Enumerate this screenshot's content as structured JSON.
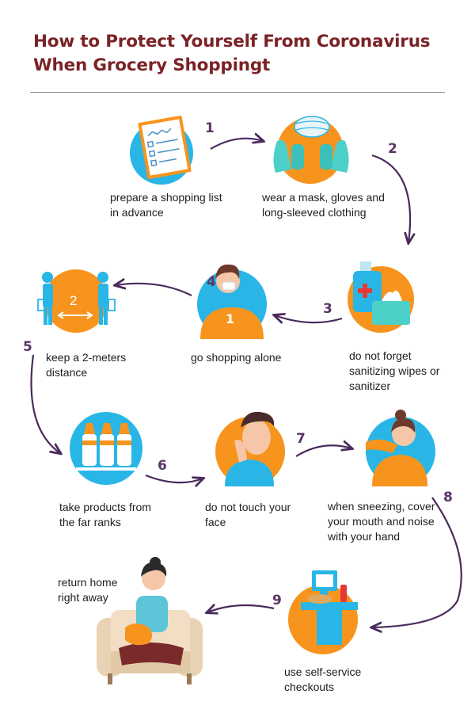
{
  "title_line1": "How to Protect Yourself From Coronavirus",
  "title_line2": "When Grocery Shoppingt",
  "steps": [
    {
      "number": "1",
      "text": "prepare a shopping list\nin advance",
      "icon": "checklist-icon"
    },
    {
      "number": "2",
      "text": "wear a mask, gloves and\nlong-sleeved clothing",
      "icon": "mask-gloves-icon"
    },
    {
      "number": "3",
      "text": "do not forget\nsanitizing wipes or\nsanitizer",
      "icon": "sanitizer-icon"
    },
    {
      "number": "4",
      "text": "go shopping alone",
      "icon": "masked-person-icon"
    },
    {
      "number": "5",
      "text": "keep a 2-meters\ndistance",
      "icon": "distance-icon"
    },
    {
      "number": "6",
      "text": "take products from\nthe far ranks",
      "icon": "milk-bottles-icon"
    },
    {
      "number": "7",
      "text": "do not touch your\nface",
      "icon": "face-touch-icon"
    },
    {
      "number": "8",
      "text": "when sneezing, cover\nyour mouth and noise\nwith your hand",
      "icon": "sneeze-icon"
    },
    {
      "number": "9",
      "text": "use self-service\ncheckouts",
      "icon": "self-checkout-icon"
    },
    {
      "number": "",
      "text": "return home\nright away",
      "icon": "home-sofa-icon"
    }
  ],
  "colors": {
    "title": "#7a2326",
    "step_number": "#5a3566",
    "arrow": "#4a2a5c",
    "circle_blue": "#29b6e6",
    "circle_orange": "#f7941d"
  },
  "distance_label": "2",
  "person_shirt_number": "1"
}
